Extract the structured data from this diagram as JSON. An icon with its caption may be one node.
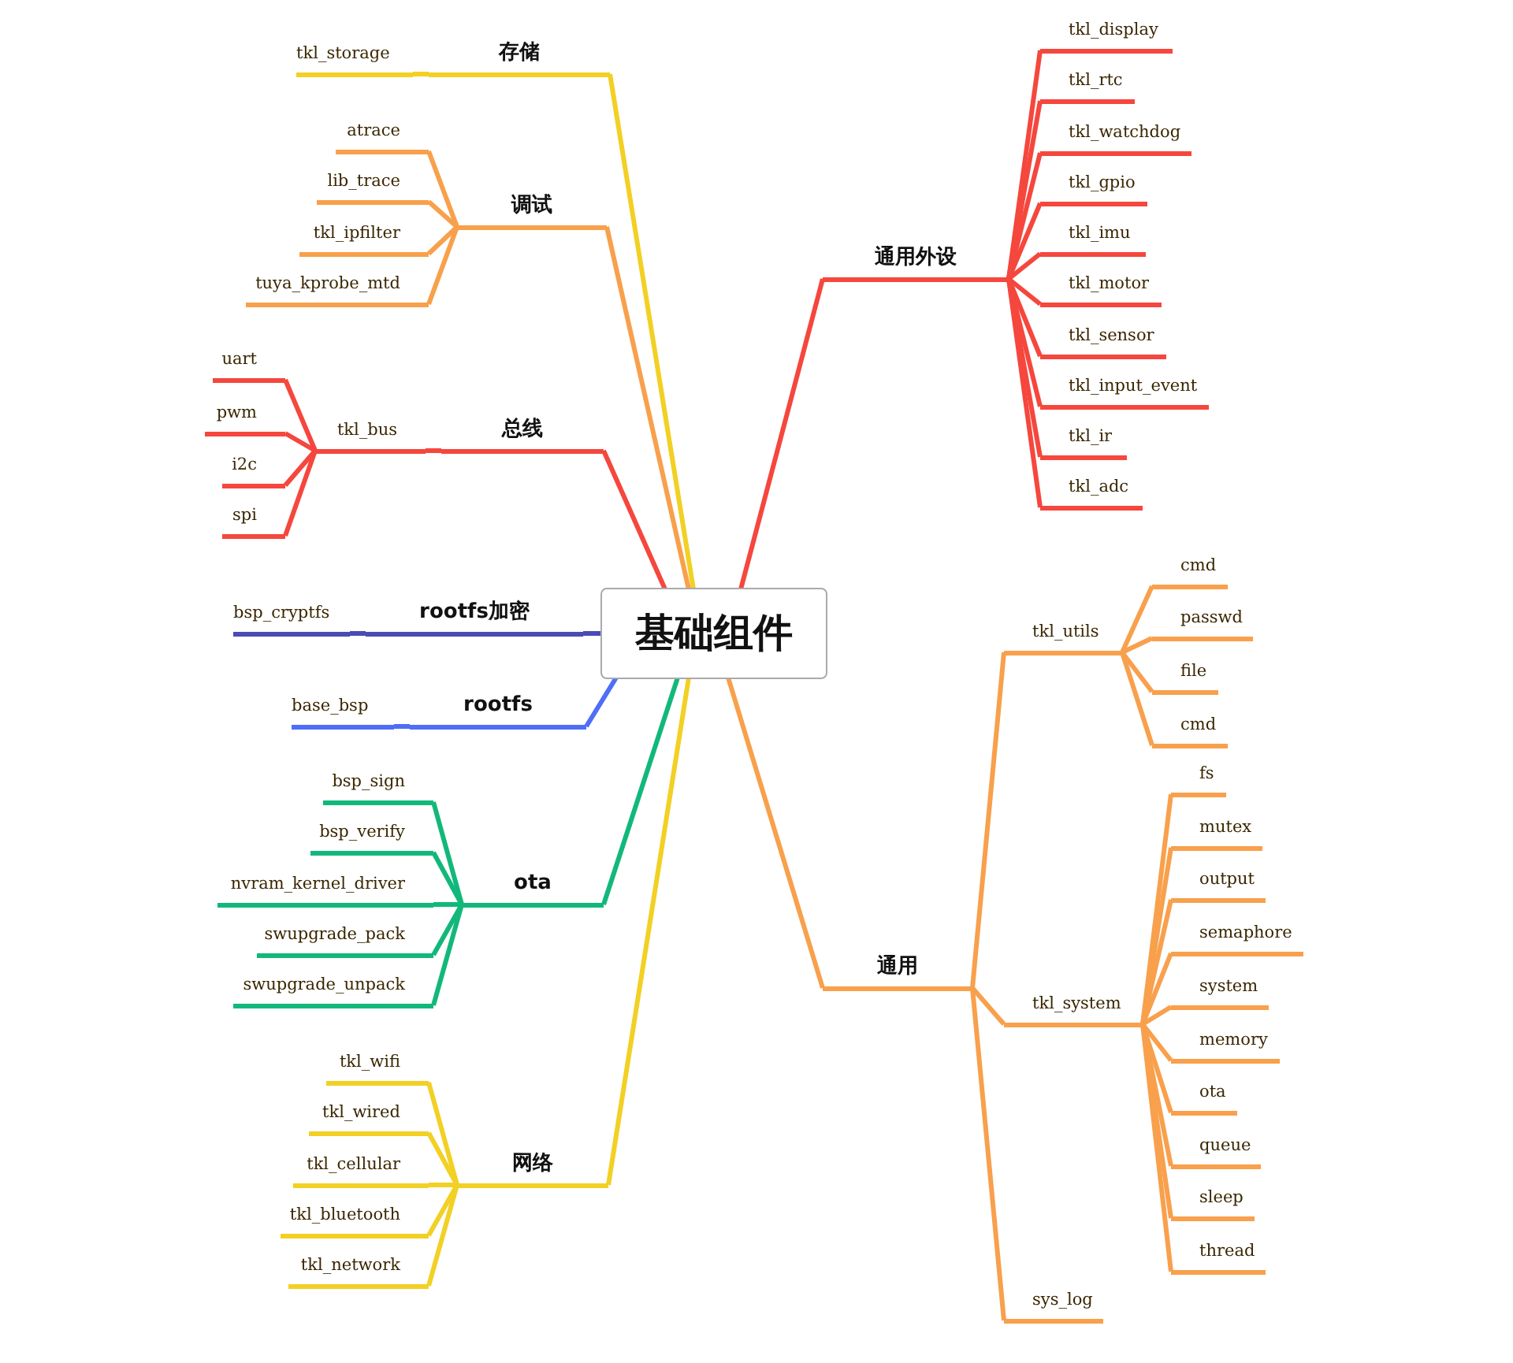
{
  "diagram": {
    "nodes": [
      {
        "text": [
          "基础组件"
        ]
      },
      {
        "text": [
          "存储"
        ]
      },
      {
        "text": [
          "tkl_storage"
        ]
      },
      {
        "text": [
          "调试"
        ]
      },
      {
        "text": [
          "atrace"
        ]
      },
      {
        "text": [
          "lib_trace"
        ]
      },
      {
        "text": [
          "tkl_ipfilter"
        ]
      },
      {
        "text": [
          "tuya_kprobe_mtd"
        ]
      },
      {
        "text": [
          "总线"
        ]
      },
      {
        "text": [
          "tkl_bus"
        ]
      },
      {
        "text": [
          "uart"
        ]
      },
      {
        "text": [
          "pwm"
        ]
      },
      {
        "text": [
          "i2c"
        ]
      },
      {
        "text": [
          "spi"
        ]
      },
      {
        "text": [
          "rootfs加密"
        ]
      },
      {
        "text": [
          "bsp_cryptfs"
        ]
      },
      {
        "text": [
          "rootfs"
        ]
      },
      {
        "text": [
          "base_bsp"
        ]
      },
      {
        "text": [
          "ota"
        ]
      },
      {
        "text": [
          "bsp_sign"
        ]
      },
      {
        "text": [
          "bsp_verify"
        ]
      },
      {
        "text": [
          "nvram_kernel_driver"
        ]
      },
      {
        "text": [
          "swupgrade_pack"
        ]
      },
      {
        "text": [
          "swupgrade_unpack"
        ]
      },
      {
        "text": [
          "网络"
        ]
      },
      {
        "text": [
          "tkl_wifi"
        ]
      },
      {
        "text": [
          "tkl_wired"
        ]
      },
      {
        "text": [
          "tkl_cellular"
        ]
      },
      {
        "text": [
          "tkl_bluetooth"
        ]
      },
      {
        "text": [
          "tkl_network"
        ]
      },
      {
        "text": [
          "通用外设"
        ]
      },
      {
        "text": [
          "tkl_display"
        ]
      },
      {
        "text": [
          "tkl_rtc"
        ]
      },
      {
        "text": [
          "tkl_watchdog"
        ]
      },
      {
        "text": [
          "tkl_gpio"
        ]
      },
      {
        "text": [
          "tkl_imu"
        ]
      },
      {
        "text": [
          "tkl_motor"
        ]
      },
      {
        "text": [
          "tkl_sensor"
        ]
      },
      {
        "text": [
          "tkl_input_event"
        ]
      },
      {
        "text": [
          "tkl_ir"
        ]
      },
      {
        "text": [
          "tkl_adc"
        ]
      },
      {
        "text": [
          "通用"
        ]
      },
      {
        "text": [
          "tkl_utils"
        ]
      },
      {
        "text": [
          "cmd"
        ]
      },
      {
        "text": [
          "passwd"
        ]
      },
      {
        "text": [
          "file"
        ]
      },
      {
        "text": [
          "cmd"
        ]
      },
      {
        "text": [
          "tkl_system"
        ]
      },
      {
        "text": [
          "fs"
        ]
      },
      {
        "text": [
          "mutex"
        ]
      },
      {
        "text": [
          "output"
        ]
      },
      {
        "text": [
          "semaphore"
        ]
      },
      {
        "text": [
          "system"
        ]
      },
      {
        "text": [
          "memory"
        ]
      },
      {
        "text": [
          "ota"
        ]
      },
      {
        "text": [
          "queue"
        ]
      },
      {
        "text": [
          "sleep"
        ]
      },
      {
        "text": [
          "thread"
        ]
      },
      {
        "text": [
          "sys_log"
        ]
      }
    ],
    "edges": [
      {
        "from": 0,
        "to": 1,
        "arrow": "none",
        "color": "#f2d024"
      },
      {
        "from": 1,
        "to": 2,
        "arrow": "none",
        "color": "#f2d024"
      },
      {
        "from": 0,
        "to": 3,
        "arrow": "none"
      },
      {
        "from": 3,
        "to": 4,
        "arrow": "none"
      },
      {
        "from": 3,
        "to": 5,
        "arrow": "none"
      },
      {
        "from": 3,
        "to": 6,
        "arrow": "none"
      },
      {
        "from": 3,
        "to": 7,
        "arrow": "none"
      },
      {
        "from": 0,
        "to": 8,
        "arrow": "none",
        "color": "#f5473d"
      },
      {
        "from": 8,
        "to": 9,
        "arrow": "none",
        "color": "#f5473d"
      },
      {
        "from": 9,
        "to": 10,
        "arrow": "none",
        "color": "#f5473d"
      },
      {
        "from": 9,
        "to": 11,
        "arrow": "none",
        "color": "#f5473d"
      },
      {
        "from": 9,
        "to": 12,
        "arrow": "none",
        "color": "#f5473d"
      },
      {
        "from": 9,
        "to": 13,
        "arrow": "none",
        "color": "#f5473d"
      },
      {
        "from": 0,
        "to": 14,
        "arrow": "none",
        "color": "#4b4bb5"
      },
      {
        "from": 14,
        "to": 15,
        "arrow": "none",
        "color": "#4b4bb5"
      },
      {
        "from": 0,
        "to": 16,
        "arrow": "none",
        "color": "#4f6ef7"
      },
      {
        "from": 16,
        "to": 17,
        "arrow": "none",
        "color": "#4f6ef7"
      },
      {
        "from": 0,
        "to": 18,
        "arrow": "none",
        "color": "#12b87b"
      },
      {
        "from": 18,
        "to": 19,
        "arrow": "none",
        "color": "#12b87b"
      },
      {
        "from": 18,
        "to": 20,
        "arrow": "none",
        "color": "#12b87b"
      },
      {
        "from": 18,
        "to": 21,
        "arrow": "none",
        "color": "#12b87b"
      },
      {
        "from": 18,
        "to": 22,
        "arrow": "none",
        "color": "#12b87b"
      },
      {
        "from": 18,
        "to": 23,
        "arrow": "none",
        "color": "#12b87b"
      },
      {
        "from": 0,
        "to": 24,
        "arrow": "none",
        "color": "#f2d024"
      },
      {
        "from": 24,
        "to": 25,
        "arrow": "none",
        "color": "#f2d024"
      },
      {
        "from": 24,
        "to": 26,
        "arrow": "none",
        "color": "#f2d024"
      },
      {
        "from": 24,
        "to": 27,
        "arrow": "none",
        "color": "#f2d024"
      },
      {
        "from": 24,
        "to": 28,
        "arrow": "none",
        "color": "#f2d024"
      },
      {
        "from": 24,
        "to": 29,
        "arrow": "none",
        "color": "#f2d024"
      },
      {
        "from": 0,
        "to": 30,
        "arrow": "none",
        "color": "#f5473d"
      },
      {
        "from": 30,
        "to": 31,
        "arrow": "none",
        "color": "#f5473d"
      },
      {
        "from": 30,
        "to": 32,
        "arrow": "none",
        "color": "#f5473d"
      },
      {
        "from": 30,
        "to": 33,
        "arrow": "none",
        "color": "#f5473d"
      },
      {
        "from": 30,
        "to": 34,
        "arrow": "none",
        "color": "#f5473d"
      },
      {
        "from": 30,
        "to": 35,
        "arrow": "none",
        "color": "#f5473d"
      },
      {
        "from": 30,
        "to": 36,
        "arrow": "none",
        "color": "#f5473d"
      },
      {
        "from": 30,
        "to": 37,
        "arrow": "none",
        "color": "#f5473d"
      },
      {
        "from": 30,
        "to": 38,
        "arrow": "none",
        "color": "#f5473d"
      },
      {
        "from": 30,
        "to": 39,
        "arrow": "none",
        "color": "#f5473d"
      },
      {
        "from": 30,
        "to": 40,
        "arrow": "none",
        "color": "#f5473d"
      },
      {
        "from": 0,
        "to": 41,
        "arrow": "none"
      },
      {
        "from": 41,
        "to": 42,
        "arrow": "none"
      },
      {
        "from": 42,
        "to": 43,
        "arrow": "none"
      },
      {
        "from": 42,
        "to": 44,
        "arrow": "none"
      },
      {
        "from": 42,
        "to": 45,
        "arrow": "none"
      },
      {
        "from": 42,
        "to": 46,
        "arrow": "none"
      },
      {
        "from": 41,
        "to": 47,
        "arrow": "none"
      },
      {
        "from": 47,
        "to": 48,
        "arrow": "none"
      },
      {
        "from": 47,
        "to": 49,
        "arrow": "none"
      },
      {
        "from": 47,
        "to": 50,
        "arrow": "none"
      },
      {
        "from": 47,
        "to": 51,
        "arrow": "none"
      },
      {
        "from": 47,
        "to": 52,
        "arrow": "none"
      },
      {
        "from": 47,
        "to": 53,
        "arrow": "none"
      },
      {
        "from": 47,
        "to": 54,
        "arrow": "none"
      },
      {
        "from": 47,
        "to": 55,
        "arrow": "none"
      },
      {
        "from": 47,
        "to": 56,
        "arrow": "none"
      },
      {
        "from": 47,
        "to": 57,
        "arrow": "none"
      },
      {
        "from": 41,
        "to": 58,
        "arrow": "none"
      }
    ]
  }
}
